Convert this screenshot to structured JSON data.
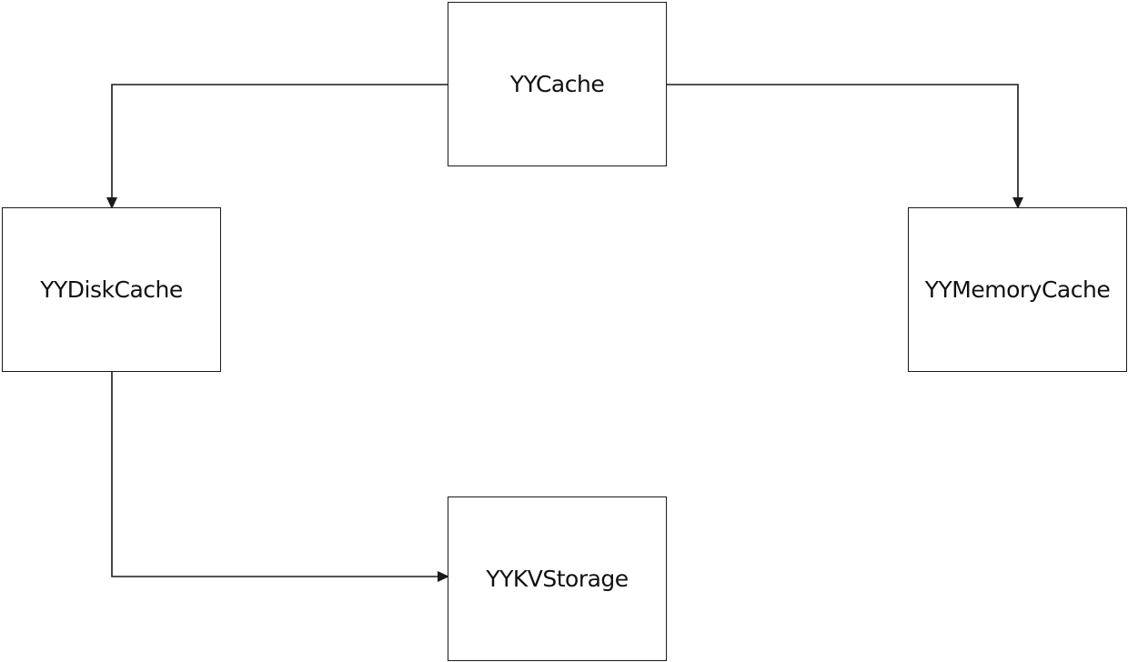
{
  "diagram": {
    "nodes": {
      "yycache": "YYCache",
      "disk_cache": "YYDiskCache",
      "memory_cache": "YYMemoryCache",
      "kv_storage": "YYKVStorage"
    },
    "edges": [
      {
        "from": "YYCache",
        "to": "YYDiskCache"
      },
      {
        "from": "YYCache",
        "to": "YYMemoryCache"
      },
      {
        "from": "YYDiskCache",
        "to": "YYKVStorage"
      }
    ],
    "line_color": "#1a1a1a"
  }
}
